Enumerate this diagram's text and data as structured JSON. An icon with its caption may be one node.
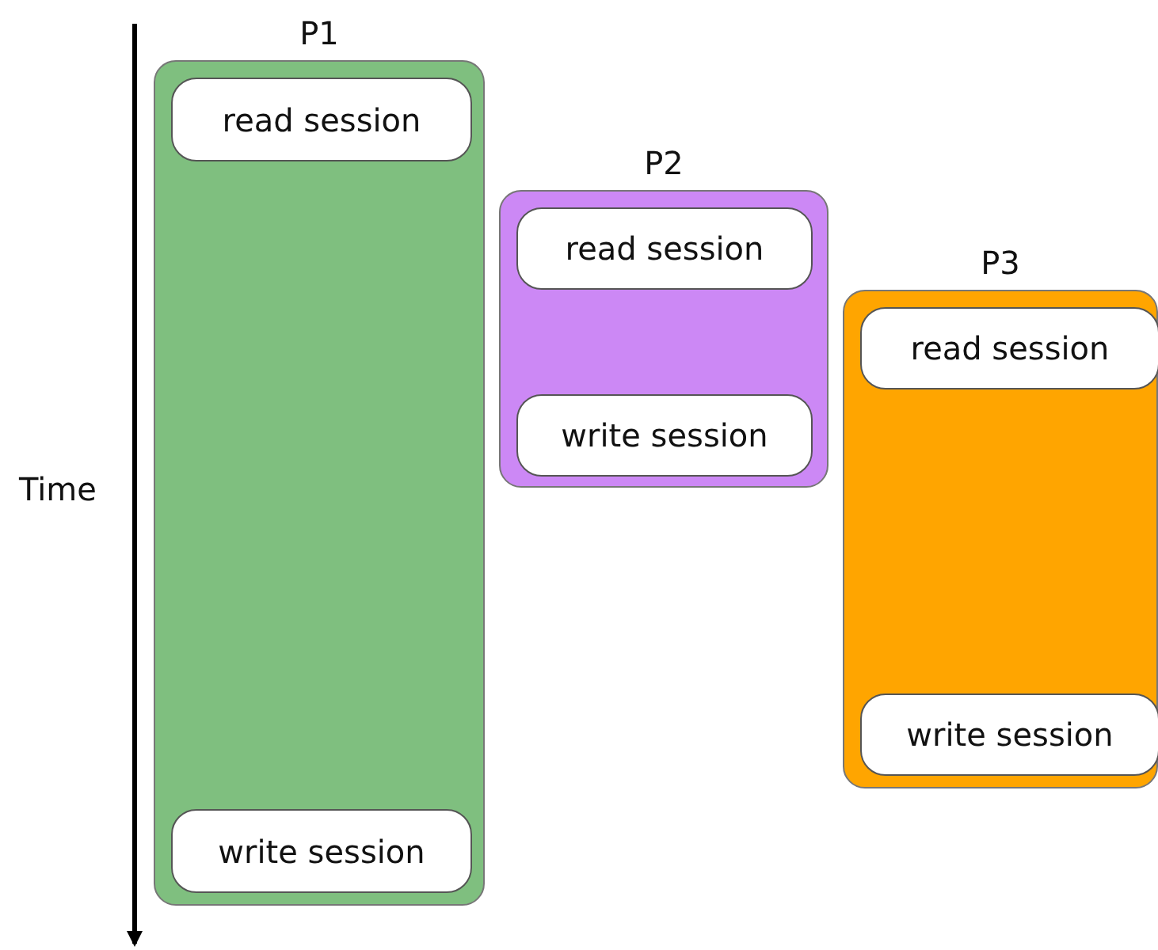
{
  "diagram": {
    "nodes": [
      {
        "text": [
          "P1"
        ]
      },
      {
        "text": [
          "read session"
        ],
        "in": 0
      },
      {
        "text": [
          "write session"
        ],
        "in": 0
      },
      {
        "text": [
          "P2"
        ]
      },
      {
        "text": [
          "read session"
        ],
        "in": 3
      },
      {
        "text": [
          "write session"
        ],
        "in": 3
      },
      {
        "text": [
          "P3"
        ]
      },
      {
        "text": [
          "read session"
        ],
        "in": 6
      },
      {
        "text": [
          "write session"
        ],
        "in": 6
      }
    ],
    "labels": [
      "Time"
    ]
  }
}
